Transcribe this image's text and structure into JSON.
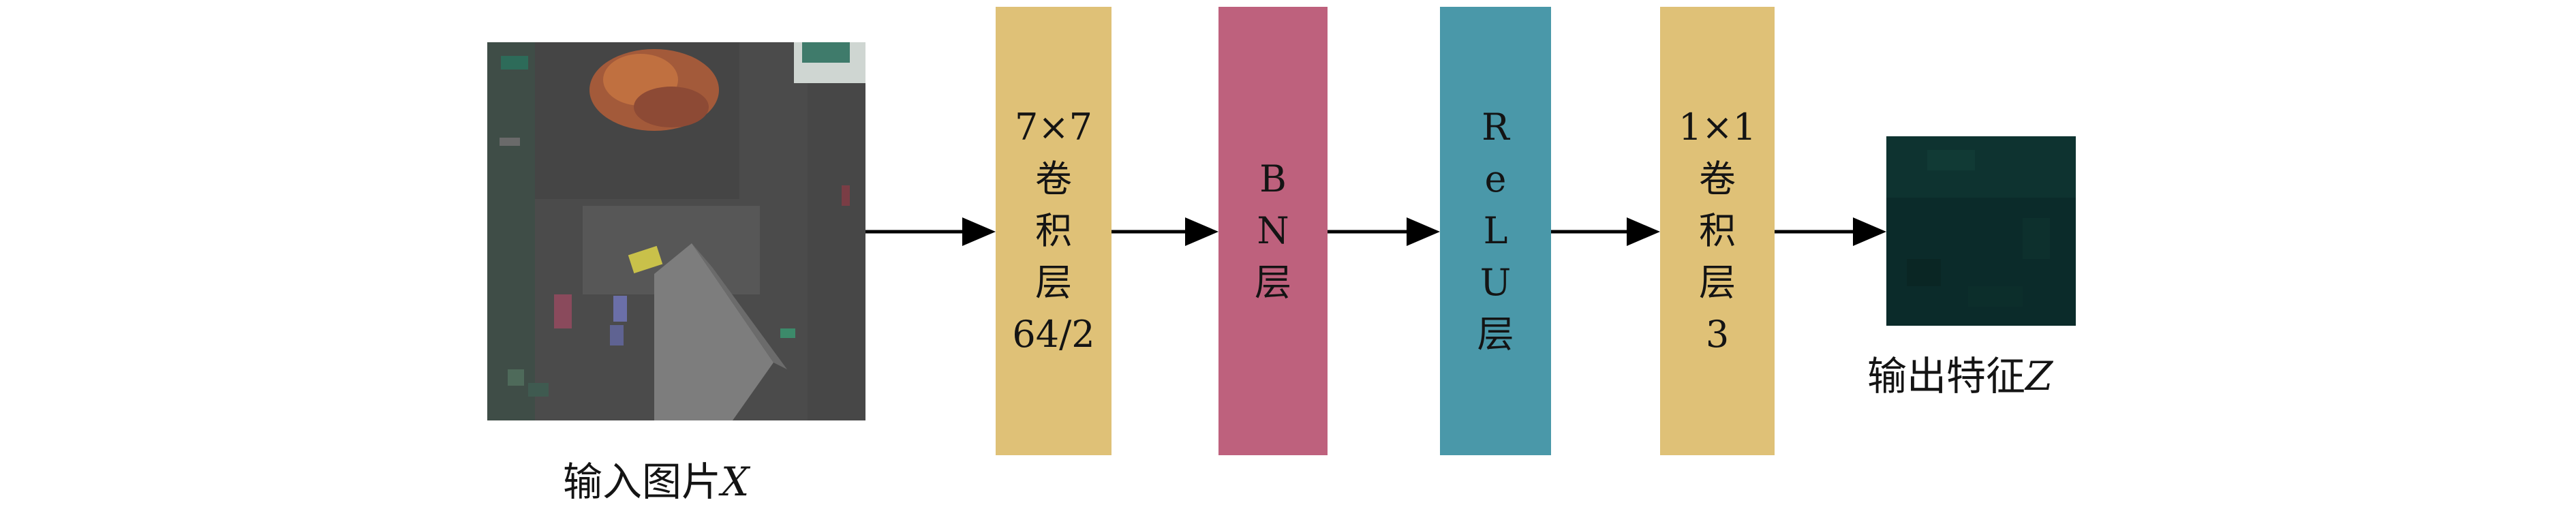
{
  "input": {
    "caption": "输入图片",
    "variable": "X"
  },
  "blocks": [
    {
      "lines": [
        "7×7",
        "卷",
        "积",
        "层",
        "64/2"
      ],
      "color": "#dfc177"
    },
    {
      "lines": [
        "B",
        "N",
        "层"
      ],
      "color": "#be617d"
    },
    {
      "lines": [
        "R",
        "e",
        "L",
        "U",
        "层"
      ],
      "color": "#4a98a9"
    },
    {
      "lines": [
        "1×1",
        "卷",
        "积",
        "层",
        "3"
      ],
      "color": "#dfc177"
    }
  ],
  "output": {
    "caption": "输出特征",
    "variable": "Z"
  }
}
